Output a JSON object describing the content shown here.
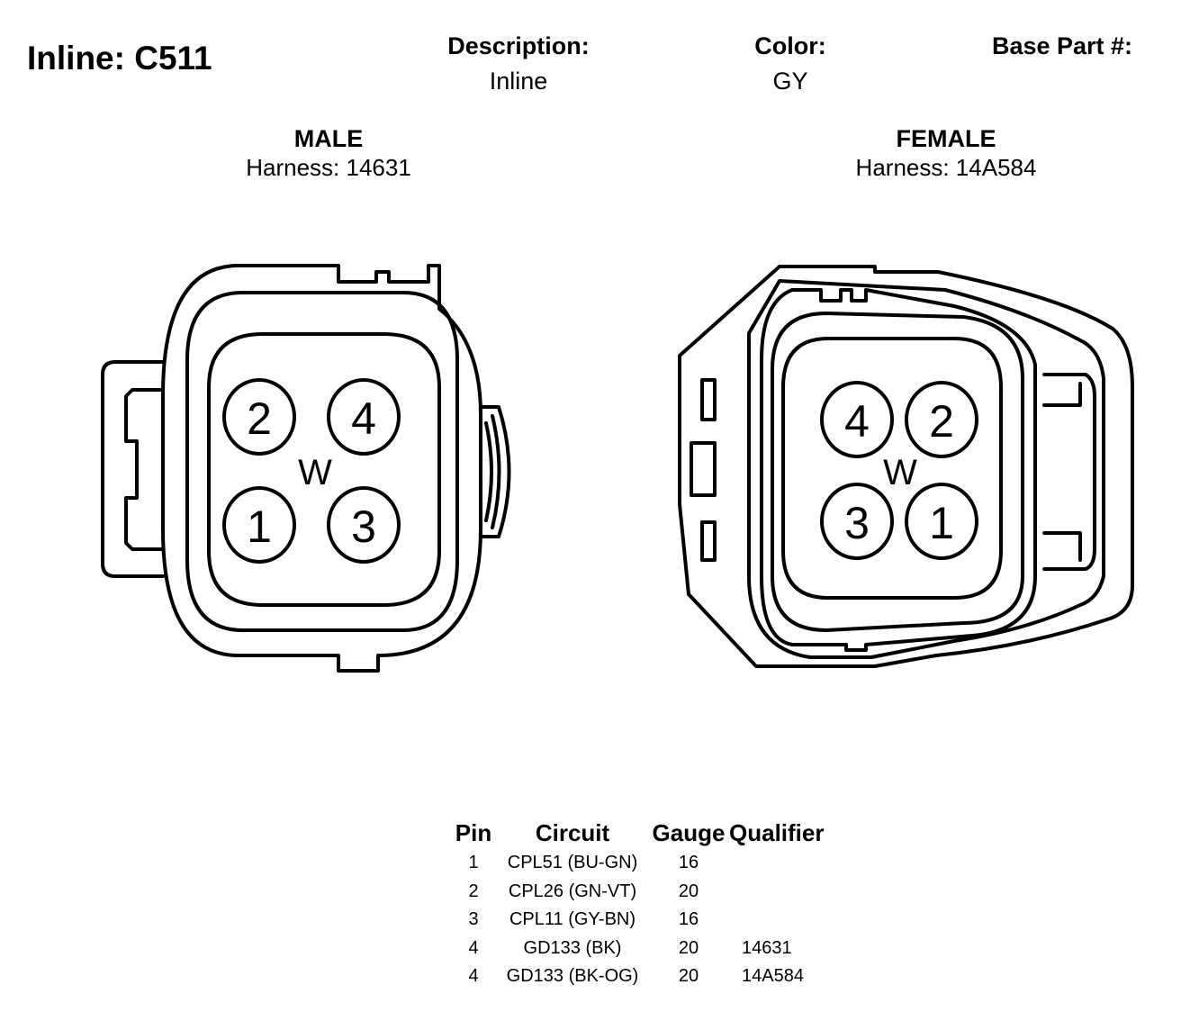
{
  "header": {
    "title": "Inline: C511",
    "description_label": "Description:",
    "description_value": "Inline",
    "color_label": "Color:",
    "color_value": "GY",
    "base_part_label": "Base Part #:"
  },
  "male": {
    "label": "MALE",
    "harness": "Harness: 14631",
    "pins": [
      "2",
      "4",
      "1",
      "3"
    ],
    "key_mark": "W"
  },
  "female": {
    "label": "FEMALE",
    "harness": "Harness: 14A584",
    "pins": [
      "4",
      "2",
      "3",
      "1"
    ],
    "key_mark": "W"
  },
  "table": {
    "headers": [
      "Pin",
      "Circuit",
      "Gauge",
      "Qualifier"
    ],
    "rows": [
      {
        "pin": "1",
        "circuit": "CPL51 (BU-GN)",
        "gauge": "16",
        "qualifier": ""
      },
      {
        "pin": "2",
        "circuit": "CPL26 (GN-VT)",
        "gauge": "20",
        "qualifier": ""
      },
      {
        "pin": "3",
        "circuit": "CPL11 (GY-BN)",
        "gauge": "16",
        "qualifier": ""
      },
      {
        "pin": "4",
        "circuit": "GD133 (BK)",
        "gauge": "20",
        "qualifier": "14631"
      },
      {
        "pin": "4",
        "circuit": "GD133 (BK-OG)",
        "gauge": "20",
        "qualifier": "14A584"
      }
    ]
  }
}
